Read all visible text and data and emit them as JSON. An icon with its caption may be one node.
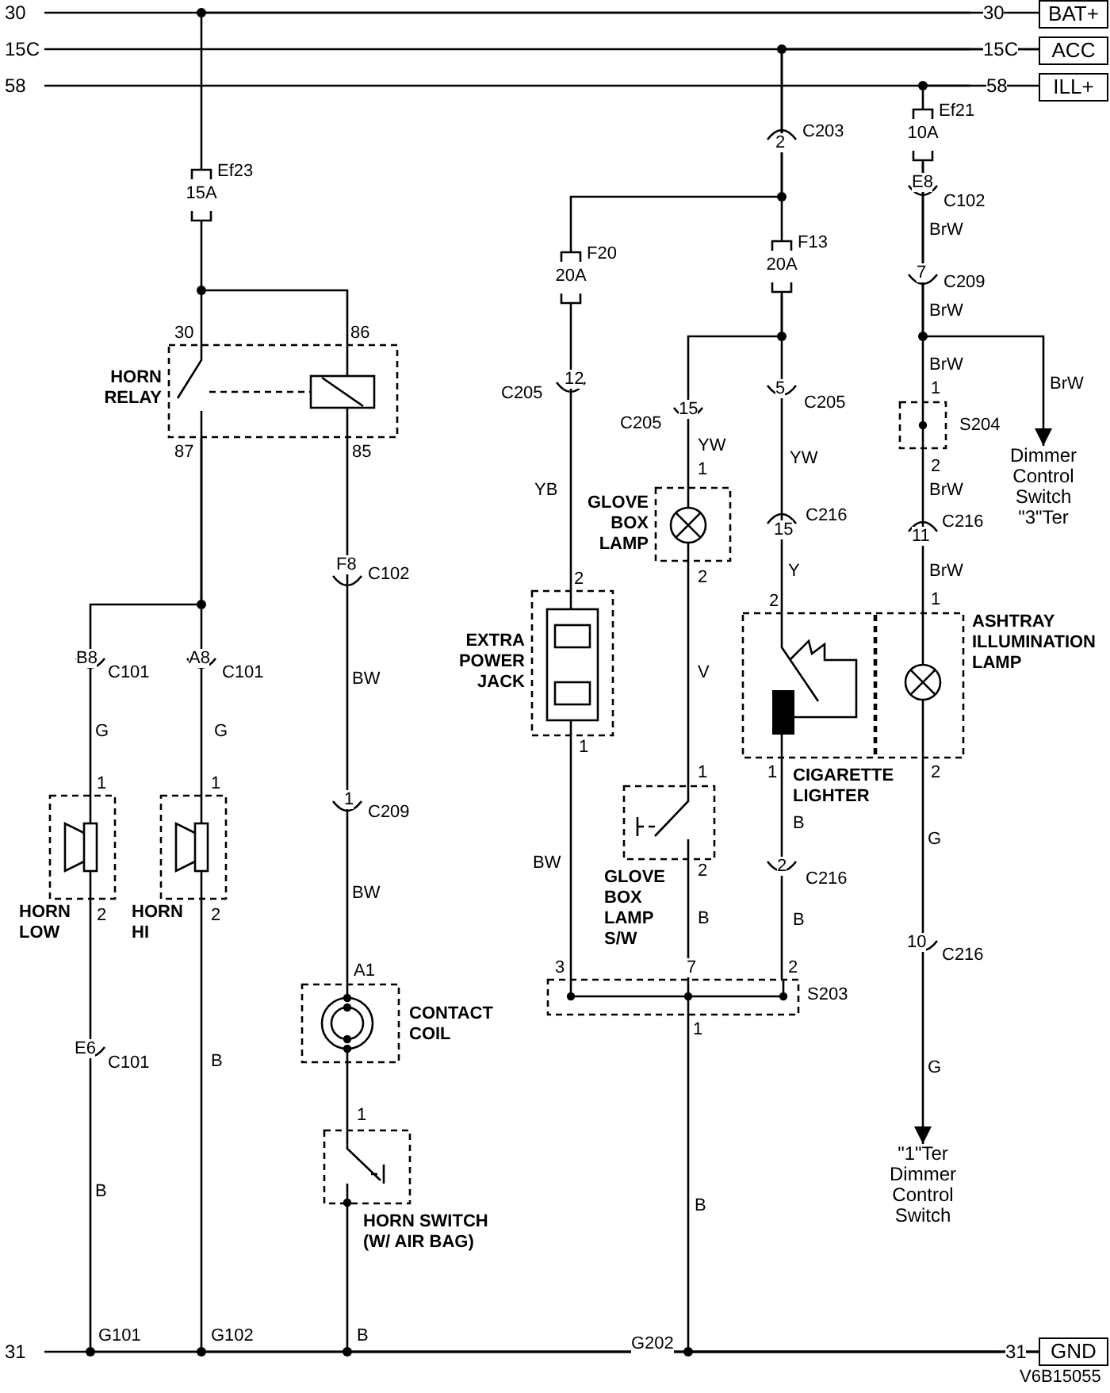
{
  "diagram": {
    "nodes": [
      {
        "text": [
          "BAT+"
        ]
      },
      {
        "text": [
          "ACC"
        ]
      },
      {
        "text": [
          "ILL+"
        ]
      },
      {
        "text": [
          "GND"
        ]
      },
      {
        "text": [
          "15A"
        ],
        "beside": [
          "Ef23"
        ]
      },
      {
        "text": [
          "HORN RELAY"
        ]
      },
      {
        "text": [
          "HORN LOW"
        ]
      },
      {
        "text": [
          "HORN HI"
        ]
      },
      {
        "text": [
          "CONTACT COIL"
        ]
      },
      {
        "text": [
          "HORN SWITCH (W/ AIR BAG)"
        ]
      },
      {
        "text": [
          "20A"
        ],
        "beside": [
          "F20"
        ]
      },
      {
        "text": [
          "20A"
        ],
        "beside": [
          "F13"
        ]
      },
      {
        "text": [
          "10A"
        ],
        "beside": [
          "Ef21"
        ]
      },
      {
        "text": [
          "EXTRA POWER JACK"
        ]
      },
      {
        "text": [
          "GLOVE BOX LAMP"
        ]
      },
      {
        "text": [
          "GLOVE BOX LAMP S/W"
        ]
      },
      {
        "text": [
          "CIGARETTE LIGHTER"
        ]
      },
      {
        "text": [
          "ASHTRAY ILLUMINATION LAMP"
        ]
      },
      {
        "text": [
          "S204"
        ]
      },
      {
        "text": [
          "S203"
        ]
      },
      {
        "text": [
          "Dimmer Control Switch \"3\"Ter"
        ]
      },
      {
        "text": [
          "\"1\"Ter Dimmer Control Switch"
        ]
      }
    ],
    "edges": [
      {
        "from": 0,
        "to": 4,
        "arrow": "none"
      },
      {
        "from": 4,
        "to": 5,
        "arrow": "none"
      },
      {
        "from": 5,
        "to": 6,
        "arrow": "none"
      },
      {
        "from": 5,
        "to": 7,
        "arrow": "none"
      },
      {
        "from": 5,
        "to": 8,
        "arrow": "none"
      },
      {
        "from": 8,
        "to": 9,
        "arrow": "none"
      },
      {
        "from": 9,
        "to": 3,
        "arrow": "none"
      },
      {
        "from": 6,
        "to": 3,
        "arrow": "none"
      },
      {
        "from": 7,
        "to": 3,
        "arrow": "none"
      },
      {
        "from": 1,
        "to": 10,
        "arrow": "none"
      },
      {
        "from": 1,
        "to": 11,
        "arrow": "none"
      },
      {
        "from": 10,
        "to": 13,
        "arrow": "none"
      },
      {
        "from": 11,
        "to": 14,
        "arrow": "none"
      },
      {
        "from": 11,
        "to": 16,
        "arrow": "none"
      },
      {
        "from": 14,
        "to": 15,
        "arrow": "none"
      },
      {
        "from": 13,
        "to": 19,
        "arrow": "none"
      },
      {
        "from": 15,
        "to": 19,
        "arrow": "none"
      },
      {
        "from": 16,
        "to": 19,
        "arrow": "none"
      },
      {
        "from": 19,
        "to": 3,
        "arrow": "none"
      },
      {
        "from": 2,
        "to": 12,
        "arrow": "none"
      },
      {
        "from": 12,
        "to": 18,
        "arrow": "none"
      },
      {
        "from": 12,
        "to": 20,
        "arrow": "to"
      },
      {
        "from": 18,
        "to": 17,
        "arrow": "none"
      },
      {
        "from": 17,
        "to": 21,
        "arrow": "to"
      }
    ],
    "labels": [
      "30",
      "30",
      "15C",
      "15C",
      "58",
      "58",
      "C203",
      "2",
      "E8",
      "C102",
      "BrW",
      "7",
      "C209",
      "BrW",
      "30",
      "86",
      "C205",
      "12",
      "C205",
      "15",
      "5",
      "C205",
      "BrW",
      "1",
      "BrW",
      "87",
      "85",
      "YW",
      "1",
      "YW",
      "2",
      "YB",
      "15",
      "C216",
      "11",
      "BrW",
      "C216",
      "F8",
      "C102",
      "2",
      "2",
      "2",
      "Y",
      "BrW",
      "1",
      "B8",
      "C101",
      "A8",
      "C101",
      "BW",
      "V",
      "G",
      "G",
      "1",
      "1",
      "1",
      "C209",
      "1",
      "1",
      "1",
      "B",
      "G",
      "2",
      "BW",
      "BW",
      "2",
      "2",
      "C216",
      "2",
      "2",
      "B",
      "B",
      "10",
      "C216",
      "A1",
      "3",
      "7",
      "2",
      "E6",
      "C101",
      "B",
      "1",
      "G",
      "1",
      "B",
      "B",
      "G101",
      "G102",
      "B",
      "G202",
      "31",
      "31",
      "V6B15055"
    ]
  }
}
